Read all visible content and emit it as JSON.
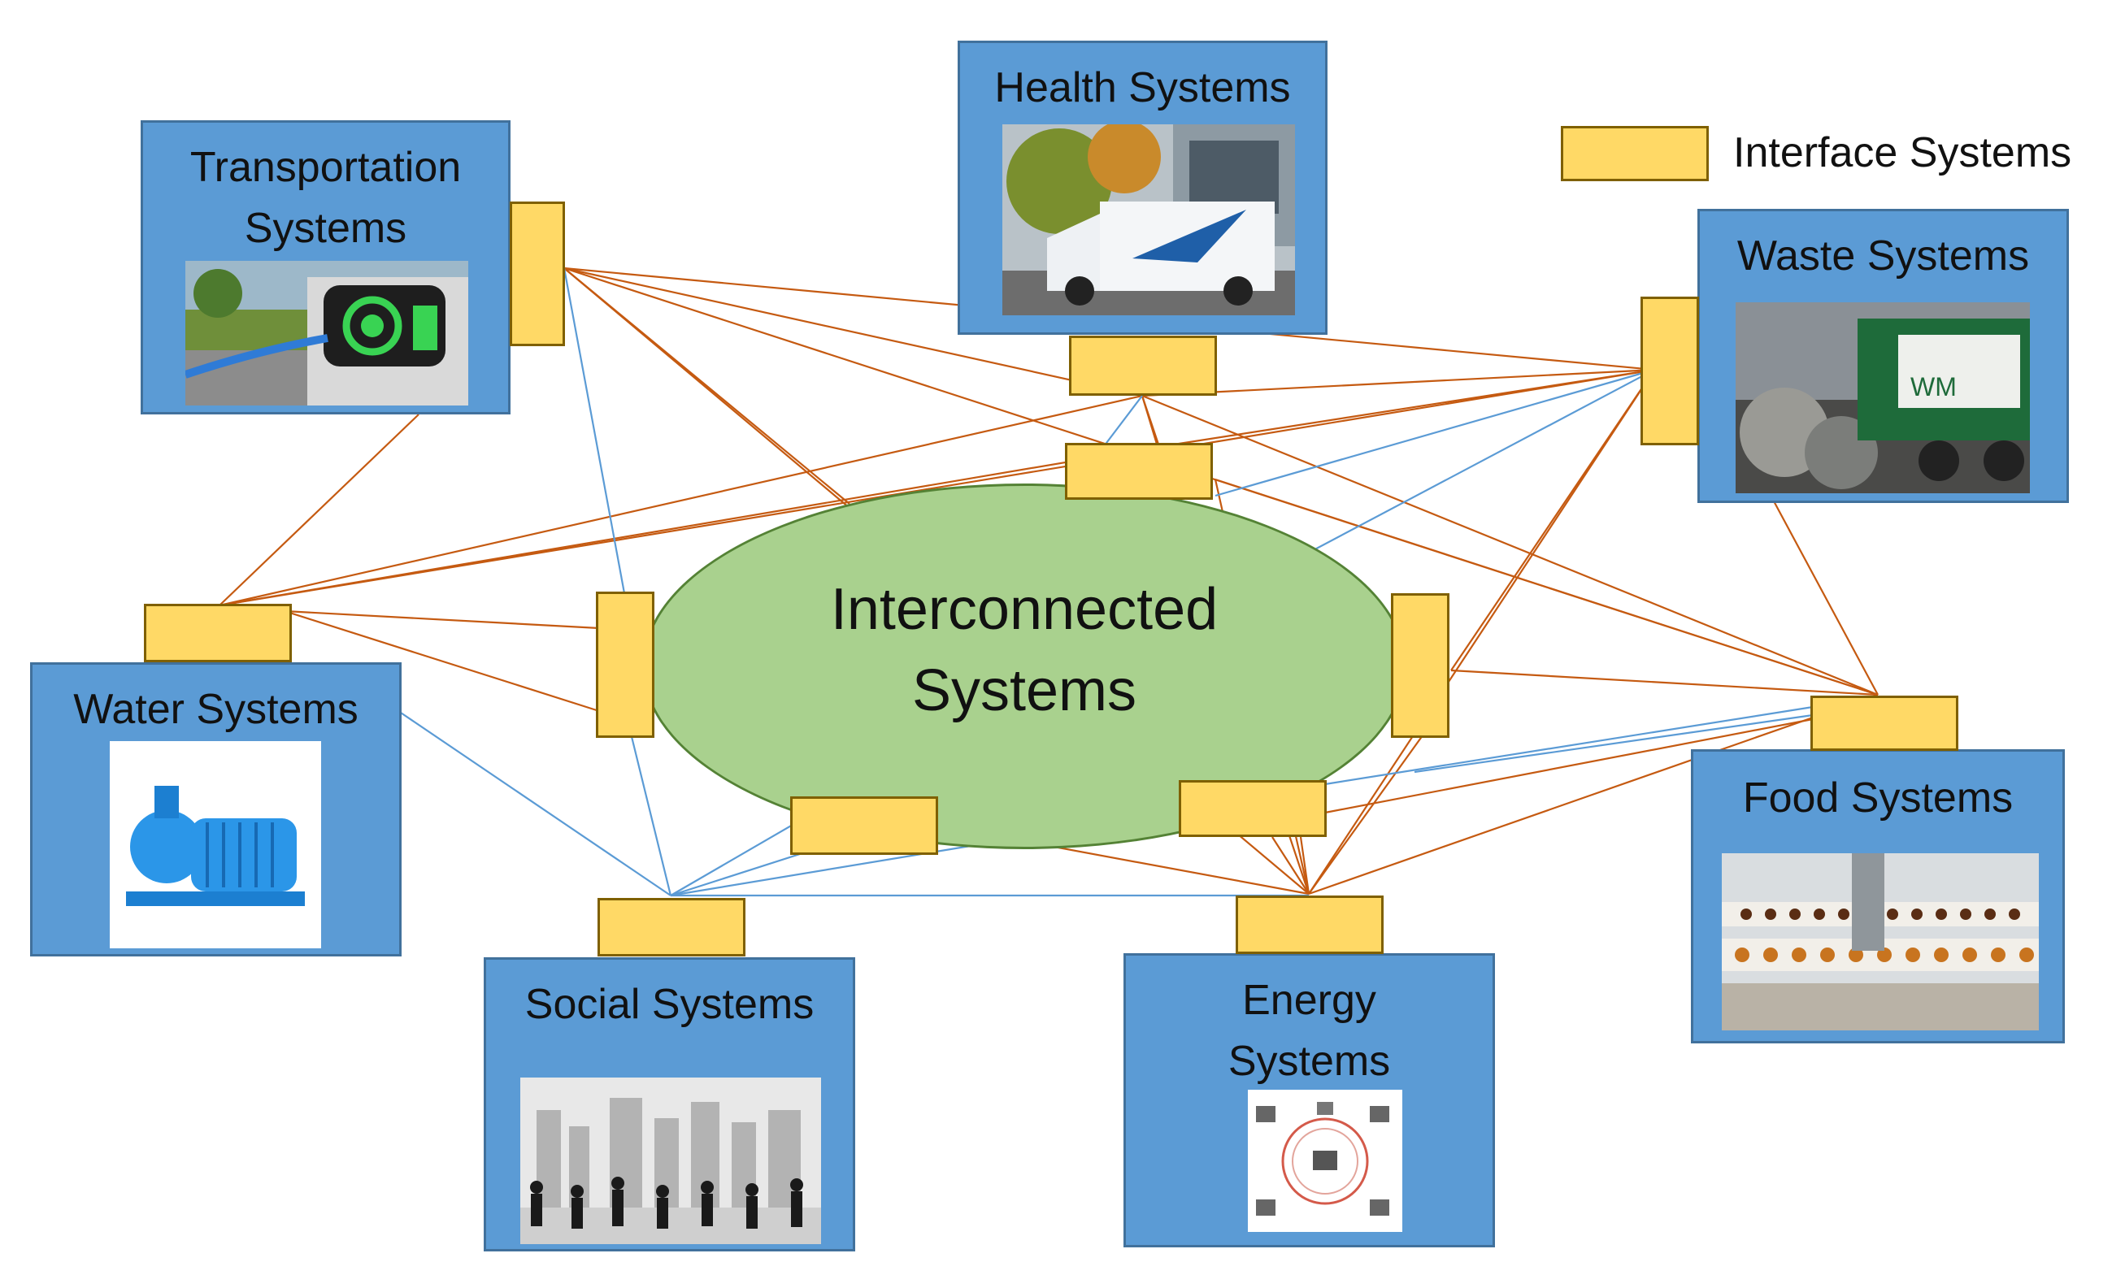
{
  "center": {
    "line1": "Interconnected",
    "line2": "Systems"
  },
  "legend": {
    "label": "Interface Systems",
    "color": "#ffd966"
  },
  "systems": {
    "transportation": {
      "line1": "Transportation",
      "line2": "Systems",
      "icon": "ev-charging-icon"
    },
    "health": {
      "line1": "Health Systems",
      "icon": "ambulance-icon"
    },
    "waste": {
      "line1": "Waste Systems",
      "icon": "garbage-truck-icon"
    },
    "water": {
      "line1": "Water Systems",
      "icon": "water-pump-icon"
    },
    "food": {
      "line1": "Food Systems",
      "icon": "chocolate-production-line-icon"
    },
    "social": {
      "line1": "Social Systems",
      "icon": "city-crowd-icon"
    },
    "energy": {
      "line1": "Energy",
      "line2": "Systems",
      "icon": "energy-cycle-icon"
    }
  },
  "colors": {
    "system_fill": "#5b9bd5",
    "interface_fill": "#ffd966",
    "center_fill": "#a9d18e",
    "link_orange": "#c55a11",
    "link_blue": "#5b9bd5"
  }
}
